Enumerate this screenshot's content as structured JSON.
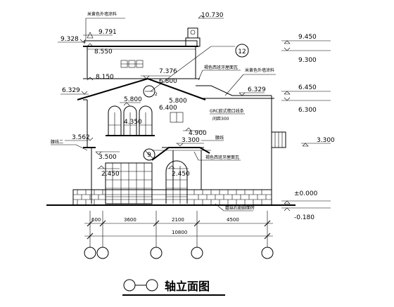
{
  "levels": {
    "top": "10.730",
    "l9791": "9.791",
    "l9328": "9.328",
    "l8550": "8.550",
    "l8150": "8.150",
    "l7376": "7.376",
    "l6800": "6.800",
    "l6329_left": "6.329",
    "l6329_mid": "6.329",
    "l5800a": "5.800",
    "l5800b": "5.800",
    "l6400": "6.400",
    "l4350": "4.350",
    "l4900": "4.900",
    "l3562": "3.562",
    "l3300_mid": "3.300",
    "l3500": "3.500",
    "l2450a": "2.450",
    "l2450b": "2.450",
    "r9450": "9.450",
    "r9300": "9.300",
    "r6450": "6.450",
    "r6300": "6.300",
    "r3300": "3.300",
    "r0000": "±0.000",
    "rm0180": "-0.180"
  },
  "notes": {
    "wall_top": "米黄色外墙涂料",
    "roof_tile_1": "褐色西班牙屋面瓦",
    "paint_right": "米黄色外墙涂料",
    "grc_cornice": "GRC欧式檐口线条",
    "grc_pitch": "间距300",
    "left_note": "腰线二",
    "mid_note": "腰线",
    "roof_tile_2": "褐色西班牙屋面瓦",
    "base_stone": "蘑菇石勒脚面砖"
  },
  "callouts": {
    "c12": "12",
    "c9": "9",
    "small": "2"
  },
  "dimensions": {
    "d600": "600",
    "d3600": "3600",
    "d2100": "2100",
    "d4500": "4500",
    "total": "10800"
  },
  "title": {
    "text": "轴立面图"
  }
}
